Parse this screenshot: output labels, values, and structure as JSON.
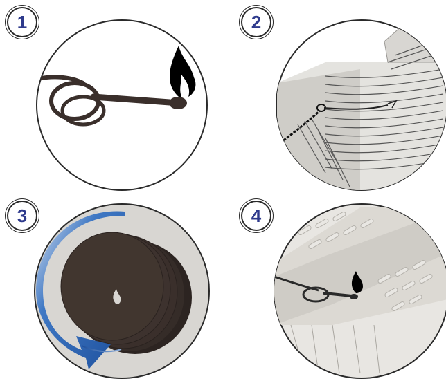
{
  "steps": [
    {
      "number": "1",
      "depicts": "match-icon"
    },
    {
      "number": "2",
      "depicts": "fuse-icon"
    },
    {
      "number": "3",
      "depicts": "rotate-arrow-icon"
    },
    {
      "number": "4",
      "depicts": "match-icon"
    }
  ],
  "colors": {
    "outline": "#2a2a2a",
    "badge_number": "#2e3a8c",
    "arrow_blue": "#2a5fb0",
    "panel_grey": "#d8d6d2",
    "dark": "#3a2f2b"
  }
}
